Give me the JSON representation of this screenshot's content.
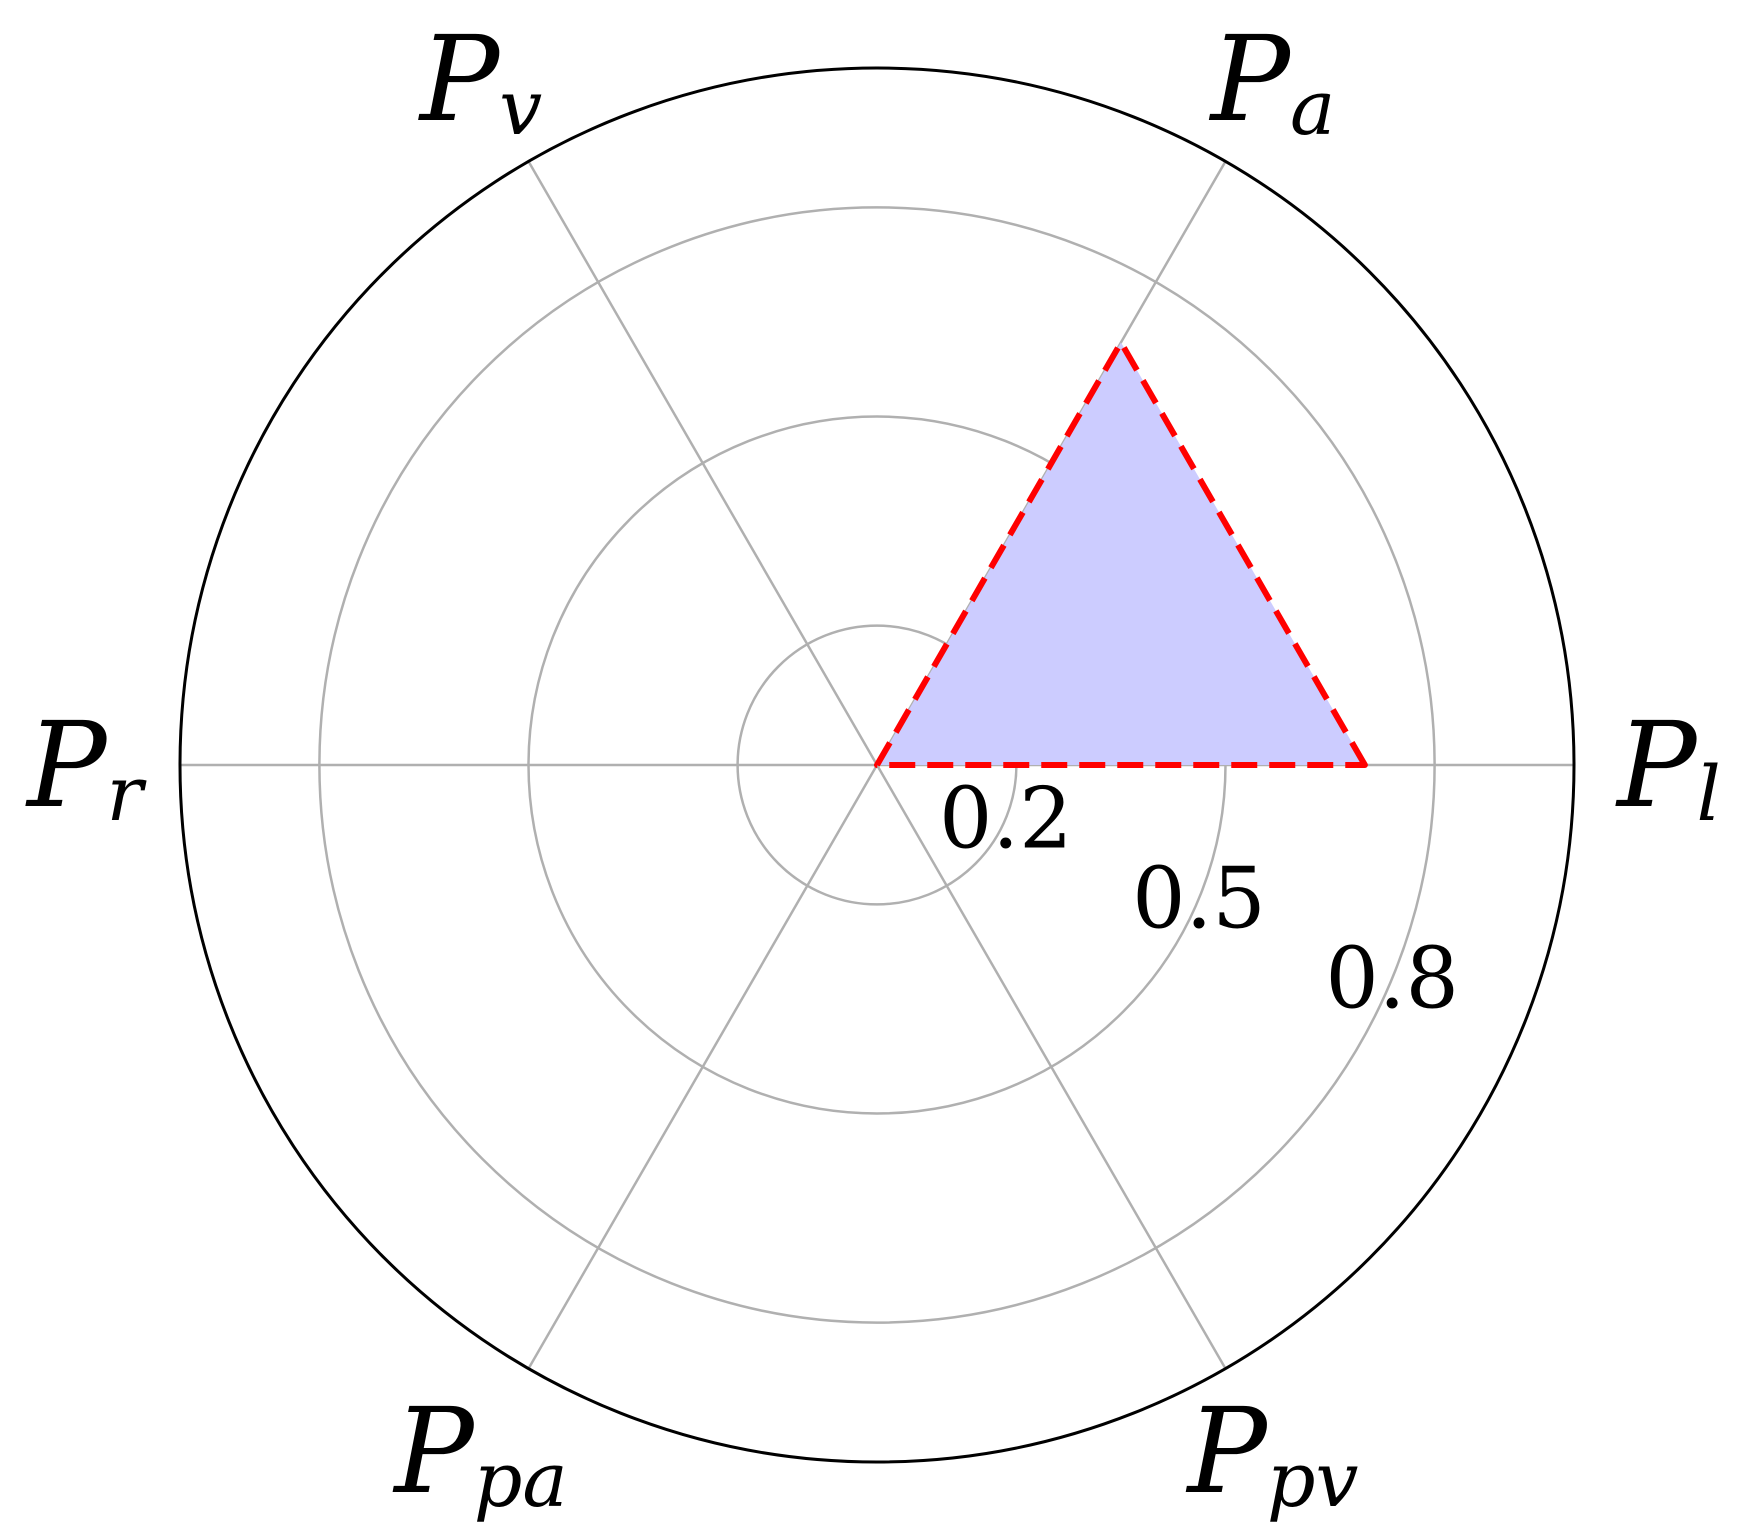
{
  "chart_data": {
    "type": "radar",
    "axes": [
      {
        "label": "P",
        "sub": "l",
        "angle_deg": 0
      },
      {
        "label": "P",
        "sub": "a",
        "angle_deg": 60
      },
      {
        "label": "P",
        "sub": "v",
        "angle_deg": 120
      },
      {
        "label": "P",
        "sub": "r",
        "angle_deg": 180
      },
      {
        "label": "P",
        "sub": "pa",
        "angle_deg": 240
      },
      {
        "label": "P",
        "sub": "pv",
        "angle_deg": 300
      }
    ],
    "rlim": [
      0,
      1
    ],
    "radial_ticks": [
      {
        "value": 0.2,
        "label": "0.2"
      },
      {
        "value": 0.5,
        "label": "0.5"
      },
      {
        "value": 0.8,
        "label": "0.8"
      }
    ],
    "grid": true,
    "series": [
      {
        "values": [
          0.7,
          0.7,
          0,
          0,
          0,
          0
        ],
        "fill_color": "#ccccff",
        "line_color": "#ff0000",
        "line_style": "dashed"
      }
    ],
    "colors": {
      "grid": "#b0b0b0",
      "outer_ring": "#000000",
      "text": "#000000"
    }
  }
}
